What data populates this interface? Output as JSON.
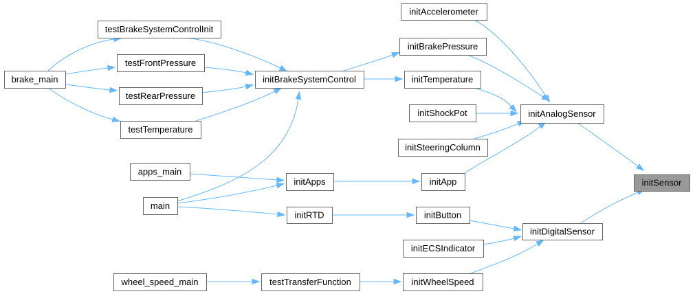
{
  "nodes": {
    "initSensor": "initSensor",
    "initAnalogSensor": "initAnalogSensor",
    "initDigitalSensor": "initDigitalSensor",
    "initAccelerometer": "initAccelerometer",
    "initBrakePressure": "initBrakePressure",
    "initTemperature": "initTemperature",
    "initShockPot": "initShockPot",
    "initSteeringColumn": "initSteeringColumn",
    "initApp": "initApp",
    "initButton": "initButton",
    "initECSIndicator": "initECSIndicator",
    "initWheelSpeed": "initWheelSpeed",
    "initBrakeSystemControl": "initBrakeSystemControl",
    "initApps": "initApps",
    "initRTD": "initRTD",
    "testTransferFunction": "testTransferFunction",
    "testBrakeSystemControlInit": "testBrakeSystemControlInit",
    "testFrontPressure": "testFrontPressure",
    "testRearPressure": "testRearPressure",
    "testTemperature": "testTemperature",
    "brake_main": "brake_main",
    "apps_main": "apps_main",
    "main": "main",
    "wheel_speed_main": "wheel_speed_main"
  },
  "focus_node": "initSensor",
  "edges": [
    [
      "initAnalogSensor",
      "initSensor"
    ],
    [
      "initDigitalSensor",
      "initSensor"
    ],
    [
      "initAccelerometer",
      "initAnalogSensor"
    ],
    [
      "initBrakePressure",
      "initAnalogSensor"
    ],
    [
      "initTemperature",
      "initAnalogSensor"
    ],
    [
      "initShockPot",
      "initAnalogSensor"
    ],
    [
      "initSteeringColumn",
      "initAnalogSensor"
    ],
    [
      "initApp",
      "initAnalogSensor"
    ],
    [
      "initButton",
      "initDigitalSensor"
    ],
    [
      "initECSIndicator",
      "initDigitalSensor"
    ],
    [
      "initWheelSpeed",
      "initDigitalSensor"
    ],
    [
      "initBrakeSystemControl",
      "initBrakePressure"
    ],
    [
      "initBrakeSystemControl",
      "initTemperature"
    ],
    [
      "initApps",
      "initApp"
    ],
    [
      "initRTD",
      "initButton"
    ],
    [
      "testTransferFunction",
      "initWheelSpeed"
    ],
    [
      "testBrakeSystemControlInit",
      "initBrakeSystemControl"
    ],
    [
      "testFrontPressure",
      "initBrakeSystemControl"
    ],
    [
      "testRearPressure",
      "initBrakeSystemControl"
    ],
    [
      "testTemperature",
      "initBrakeSystemControl"
    ],
    [
      "main",
      "initBrakeSystemControl"
    ],
    [
      "brake_main",
      "testBrakeSystemControlInit"
    ],
    [
      "brake_main",
      "testFrontPressure"
    ],
    [
      "brake_main",
      "testRearPressure"
    ],
    [
      "brake_main",
      "testTemperature"
    ],
    [
      "apps_main",
      "initApps"
    ],
    [
      "main",
      "initApps"
    ],
    [
      "main",
      "initRTD"
    ],
    [
      "wheel_speed_main",
      "testTransferFunction"
    ]
  ],
  "colors": {
    "edge": "#63b8ff",
    "node_border": "#666666",
    "node_fill": "#ffffff",
    "focus_fill": "#999999"
  }
}
